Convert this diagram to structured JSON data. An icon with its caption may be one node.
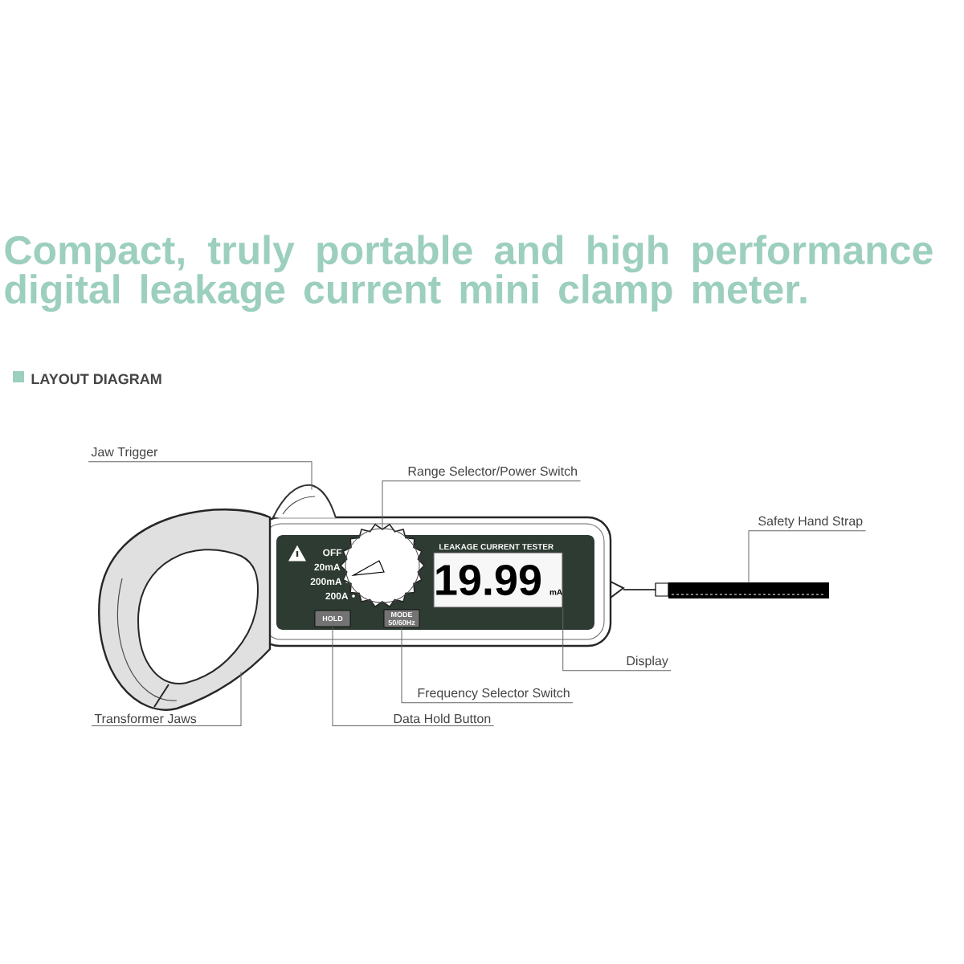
{
  "diagram": {
    "title": "Compact, truly portable and high performance digital leakage current mini clamp meter.",
    "nodes": [
      {
        "text": [
          "Jaw Trigger"
        ]
      },
      {
        "text": [
          "Range Selector/Power Switch"
        ]
      },
      {
        "text": [
          "Safety Hand Strap"
        ]
      },
      {
        "text": [
          "Display"
        ]
      },
      {
        "text": [
          "Frequency Selector Switch"
        ]
      },
      {
        "text": [
          "Data Hold Button"
        ]
      },
      {
        "text": [
          "Transformer Jaws"
        ]
      },
      {
        "text": [],
        "shape": "picture"
      },
      {
        "text": [],
        "shape": "circle"
      },
      {
        "text": [],
        "shape": "bar"
      },
      {
        "text": [
          "19.99",
          "mA"
        ]
      },
      {
        "text": [
          "MODE",
          "50/60Hz"
        ]
      },
      {
        "text": [
          "HOLD"
        ]
      },
      {
        "text": [],
        "shape": "picture"
      }
    ],
    "edges": [
      {
        "from": 0,
        "to": 7,
        "arrow": "none"
      },
      {
        "from": 1,
        "to": 8,
        "arrow": "none"
      },
      {
        "from": 2,
        "to": 9,
        "arrow": "none"
      },
      {
        "from": 3,
        "to": 10,
        "arrow": "none"
      },
      {
        "from": 4,
        "to": 11,
        "arrow": "none"
      },
      {
        "from": 5,
        "to": 12,
        "arrow": "none"
      },
      {
        "from": 6,
        "to": 13,
        "arrow": "none"
      }
    ],
    "labels": [
      "LAYOUT DIAGRAM",
      "LEAKAGE CURRENT TESTER",
      "OFF",
      "20mA",
      "200mA",
      "200A"
    ]
  }
}
